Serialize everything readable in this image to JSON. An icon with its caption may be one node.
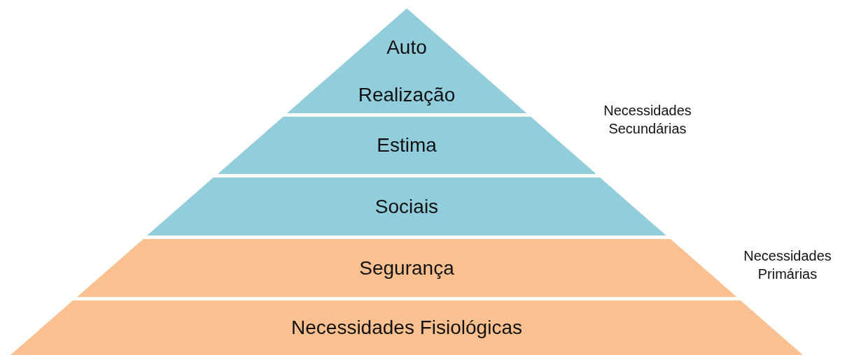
{
  "diagram": {
    "nodes": [
      {
        "text": [
          "Auto Realização"
        ]
      },
      {
        "text": [
          "Estima"
        ]
      },
      {
        "text": [
          "Sociais"
        ]
      },
      {
        "text": [
          "Segurança"
        ]
      },
      {
        "text": [
          "Necessidades Fisiológicas"
        ]
      }
    ],
    "labels": [
      "Necessidades Secundárias",
      "Necessidades Primárias"
    ]
  }
}
